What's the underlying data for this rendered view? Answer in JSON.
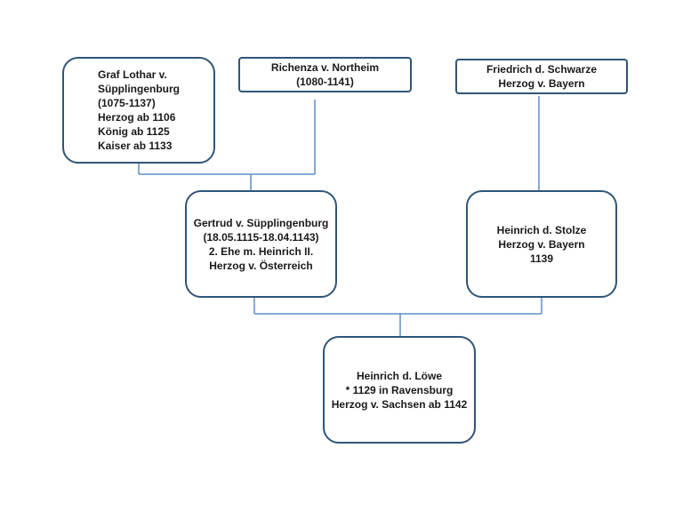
{
  "people": {
    "lothar": {
      "lines": [
        "Graf Lothar v.",
        "Süpplingenburg",
        "(1075-1137)",
        "Herzog ab 1106",
        "König ab 1125",
        "Kaiser ab 1133"
      ]
    },
    "richenza": {
      "lines": [
        "Richenza v. Northeim",
        "(1080-1141)"
      ]
    },
    "friedrich": {
      "lines": [
        "Friedrich d. Schwarze",
        "Herzog v. Bayern"
      ]
    },
    "gertrud": {
      "lines": [
        "Gertrud v. Süpplingenburg",
        "(18.05.1115-18.04.1143)",
        "2. Ehe m. Heinrich II.",
        "Herzog v. Österreich"
      ]
    },
    "heinrich_stolze": {
      "lines": [
        "Heinrich d. Stolze",
        "Herzog v. Bayern",
        "1139"
      ]
    },
    "heinrich_loewe": {
      "lines": [
        "Heinrich d. Löwe",
        "* 1129 in Ravensburg",
        "Herzog v. Sachsen ab 1142"
      ]
    }
  },
  "colors": {
    "border": "#2f5578",
    "connector": "#5b8fc7",
    "text": "#1a1a1a",
    "background": "#ffffff"
  }
}
